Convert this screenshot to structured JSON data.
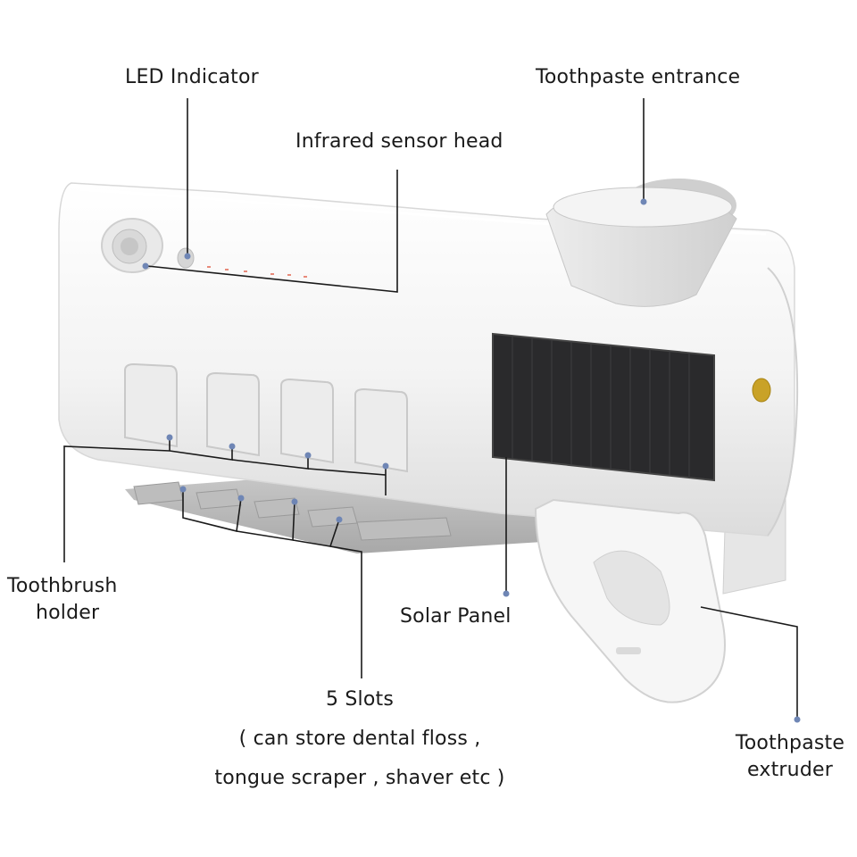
{
  "labels": {
    "led_indicator": "LED Indicator",
    "toothpaste_entrance": "Toothpaste entrance",
    "infrared_sensor_head": "Infrared sensor head",
    "toothbrush_holder": [
      "Toothbrush",
      "holder"
    ],
    "solar_panel": "Solar Panel",
    "five_slots": [
      "5 Slots",
      "( can store dental floss ,",
      "tongue scraper , shaver etc  )"
    ],
    "toothpaste_extruder": [
      "Toothpaste",
      "extruder"
    ]
  },
  "colors": {
    "leader_line": "#1a1a1a",
    "leader_dot": "#6f86b5",
    "body": "#f4f4f4",
    "shadow": "#d4d4d4",
    "solar": "#1d1d1f",
    "badge": "#c9a227"
  }
}
